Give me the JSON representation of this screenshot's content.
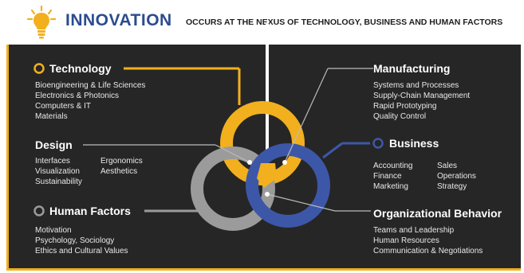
{
  "header": {
    "title": "INNOVATION",
    "subtitle": "OCCURS AT THE NEXUS OF TECHNOLOGY, BUSINESS AND HUMAN FACTORS"
  },
  "colors": {
    "technology": "#f2b01e",
    "business": "#3d57a8",
    "human_factors": "#9b9b9b",
    "panel": "#262626",
    "title": "#2c4c8f"
  },
  "sections": {
    "technology": {
      "title": "Technology",
      "items": [
        "Bioengineering & Life Sciences",
        "Electronics & Photonics",
        "Computers & IT",
        "Materials"
      ]
    },
    "design": {
      "title": "Design",
      "items": [
        "Interfaces",
        "Visualization",
        "Sustainability",
        "Ergonomics",
        "Aesthetics"
      ]
    },
    "human_factors": {
      "title": "Human Factors",
      "items": [
        "Motivation",
        "Psychology, Sociology",
        "Ethics and Cultural Values"
      ]
    },
    "manufacturing": {
      "title": "Manufacturing",
      "items": [
        "Systems and Processes",
        "Supply-Chain Management",
        "Rapid Prototyping",
        "Quality Control"
      ]
    },
    "business": {
      "title": "Business",
      "items": [
        "Accounting",
        "Finance",
        "Marketing",
        "Sales",
        "Operations",
        "Strategy"
      ]
    },
    "organizational_behavior": {
      "title": "Organizational Behavior",
      "items": [
        "Teams and Leadership",
        "Human Resources",
        "Communication & Negotiations"
      ]
    }
  }
}
